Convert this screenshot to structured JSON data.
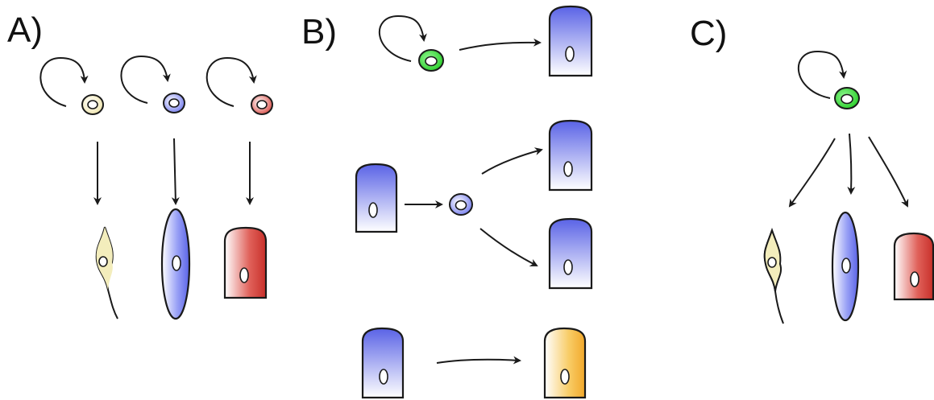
{
  "panels": {
    "a": {
      "label": "A)"
    },
    "b": {
      "label": "B)"
    },
    "c": {
      "label": "C)"
    }
  },
  "colors": {
    "stroke": "#1a1a1a",
    "nucleus_fill": "#ffffff",
    "cream_cell": "#f3edbc",
    "blue_cell": "#7d86f2",
    "blue_cell_light": "#ffffff",
    "red_cell": "#d6413a",
    "green_cell": "#3fe03f",
    "orange_cell": "#f7c24a"
  },
  "cell_types": [
    "cream-spindle-cell",
    "blue-elongated-cell",
    "red-columnar-cell",
    "blue-columnar-cell",
    "orange-columnar-cell",
    "green-stem-cell"
  ]
}
